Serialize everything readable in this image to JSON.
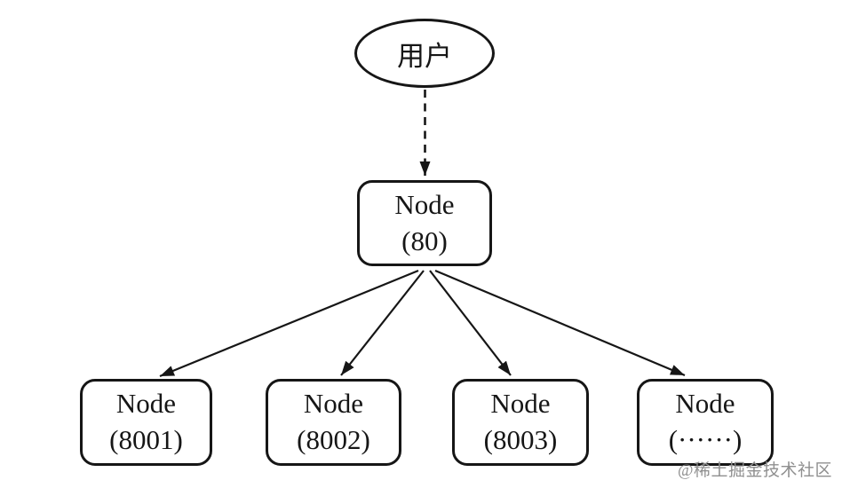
{
  "diagram": {
    "user": {
      "label": "用户"
    },
    "gateway": {
      "name": "Node",
      "port": "(80)"
    },
    "workers": [
      {
        "name": "Node",
        "port": "(8001)"
      },
      {
        "name": "Node",
        "port": "(8002)"
      },
      {
        "name": "Node",
        "port": "(8003)"
      },
      {
        "name": "Node",
        "port": "(······)"
      }
    ],
    "edges": {
      "user_to_gateway": "dashed-arrow",
      "gateway_to_workers": "solid-arrows"
    },
    "watermark": "@稀土掘金技术社区",
    "colors": {
      "stroke": "#161616",
      "background": "#ffffff",
      "watermark": "#8f8f8f"
    }
  }
}
